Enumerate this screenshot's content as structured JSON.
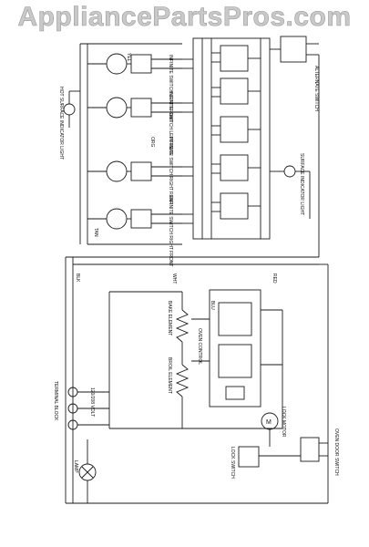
{
  "watermark": "AppliancePartsPros.com",
  "colors": {
    "wire": "#1a1a1a",
    "background": "#ffffff",
    "watermark": "#c9c9c9"
  },
  "labels": {
    "infinite_switch_lf": "INFINITE SWITCH LEFT FRONT",
    "infinite_switch_lr": "INFINITE SWITCH LEFT REAR",
    "infinite_switch_rr": "INFINITE SWITCH RIGHT REAR",
    "infinite_switch_rf": "INFINITE SWITCH RIGHT FRONT",
    "hot_surface_light": "HOT SURFACE INDICATOR LIGHT",
    "alternate_switch": "ALTERNATE SWITCH",
    "surface_indicator_light": "SURFACE INDICATOR LIGHT",
    "oven_control": "OVEN CONTROL",
    "bake_element": "BAKE ELEMENT",
    "broil_element": "BROIL ELEMENT",
    "terminal_block": "TERMINAL BLOCK",
    "voltage": "120/208 VOLT",
    "oven_lamp": "LAMP",
    "oven_door_switch": "OVEN DOOR SWITCH",
    "lock_switch": "LOCK SWITCH",
    "lock_motor": "LOCK MOTOR"
  },
  "wire_colors": [
    "RED",
    "BLK",
    "YEL",
    "BLU",
    "WHT",
    "ORG",
    "TAN"
  ]
}
